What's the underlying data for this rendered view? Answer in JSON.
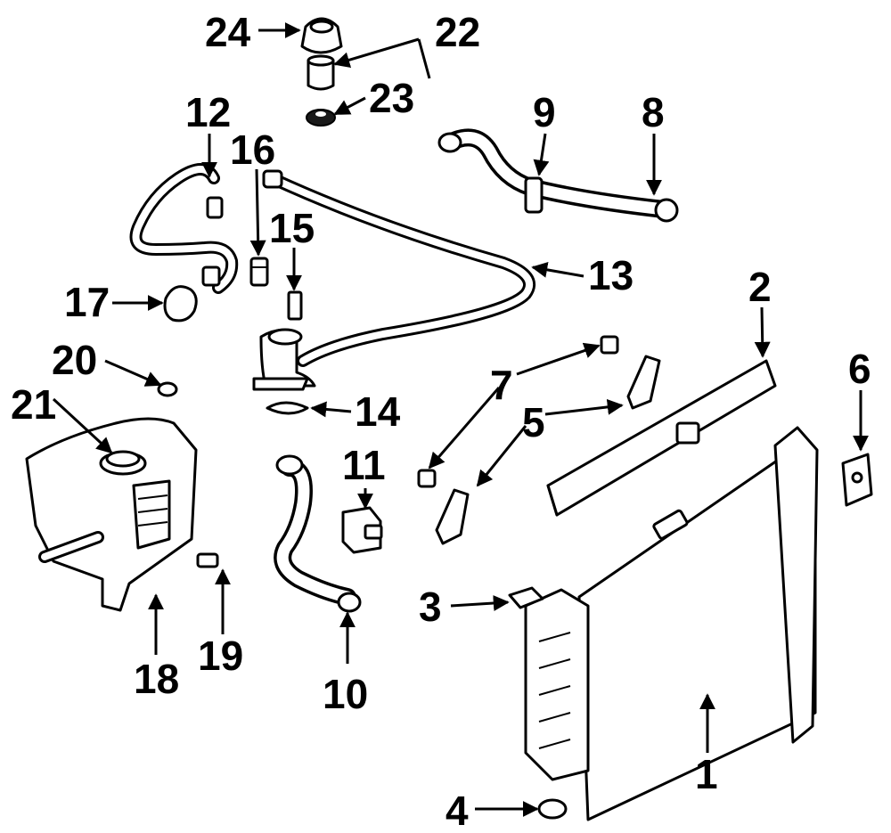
{
  "diagram": {
    "background": "#ffffff",
    "ink": "#000000",
    "callouts": [
      {
        "id": "c1",
        "label": "1"
      },
      {
        "id": "c2",
        "label": "2"
      },
      {
        "id": "c3",
        "label": "3"
      },
      {
        "id": "c4",
        "label": "4"
      },
      {
        "id": "c5",
        "label": "5"
      },
      {
        "id": "c6",
        "label": "6"
      },
      {
        "id": "c7",
        "label": "7"
      },
      {
        "id": "c8",
        "label": "8"
      },
      {
        "id": "c9",
        "label": "9"
      },
      {
        "id": "c10",
        "label": "10"
      },
      {
        "id": "c11",
        "label": "11"
      },
      {
        "id": "c12",
        "label": "12"
      },
      {
        "id": "c13",
        "label": "13"
      },
      {
        "id": "c14",
        "label": "14"
      },
      {
        "id": "c15",
        "label": "15"
      },
      {
        "id": "c16",
        "label": "16"
      },
      {
        "id": "c17",
        "label": "17"
      },
      {
        "id": "c18",
        "label": "18"
      },
      {
        "id": "c19",
        "label": "19"
      },
      {
        "id": "c20",
        "label": "20"
      },
      {
        "id": "c21",
        "label": "21"
      },
      {
        "id": "c22",
        "label": "22"
      },
      {
        "id": "c23",
        "label": "23"
      },
      {
        "id": "c24",
        "label": "24"
      }
    ]
  }
}
